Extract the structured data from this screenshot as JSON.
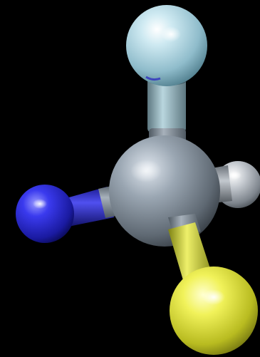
{
  "scene": {
    "background_color": "#000000",
    "subject": "molecule-ball-and-stick-model",
    "atoms": [
      {
        "id": "central",
        "color": "#8f9aa6"
      },
      {
        "id": "top",
        "color": "#a9d3df"
      },
      {
        "id": "left",
        "color": "#2a2ad8"
      },
      {
        "id": "bottom-right",
        "color": "#e3e84a"
      },
      {
        "id": "right-back",
        "color": "#b8bdc3"
      }
    ],
    "bonds": [
      {
        "from": "central",
        "to": "top",
        "colors": [
          "#8f9aa6",
          "#a9d3df"
        ]
      },
      {
        "from": "central",
        "to": "left",
        "colors": [
          "#8f9aa6",
          "#2a2ad8"
        ]
      },
      {
        "from": "central",
        "to": "bottom-right",
        "colors": [
          "#8f9aa6",
          "#e3e84a"
        ]
      },
      {
        "from": "central",
        "to": "right-back",
        "colors": [
          "#8f9aa6",
          "#b8bdc3"
        ]
      }
    ]
  }
}
